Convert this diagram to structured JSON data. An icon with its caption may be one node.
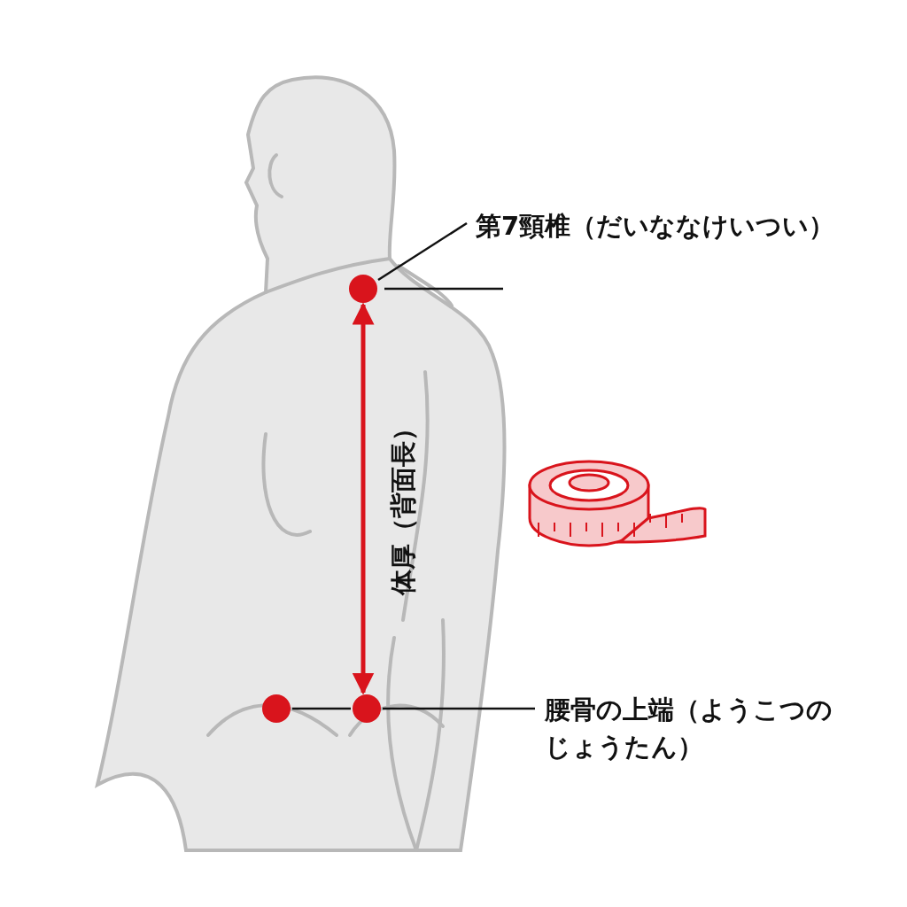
{
  "diagram": {
    "nodes": [
      {
        "text": [
          "第7頸椎（だいななけいつい）"
        ]
      },
      {
        "text": [],
        "shape": "circle"
      },
      {
        "text": [
          "腰骨の上端（ようこつのじょうたん）"
        ]
      },
      {
        "text": [],
        "shape": "circle"
      },
      {
        "text": [],
        "shape": "circle"
      }
    ],
    "edges": [
      {
        "from": 0,
        "to": 1,
        "arrow": "none"
      },
      {
        "from": 1,
        "to": 4,
        "arrow": "both",
        "label": "体厚（背面長）",
        "style": "thick",
        "color": "#d9141c"
      },
      {
        "from": 2,
        "to": 4,
        "arrow": "none"
      },
      {
        "from": 4,
        "to": 3,
        "arrow": "none"
      }
    ]
  }
}
